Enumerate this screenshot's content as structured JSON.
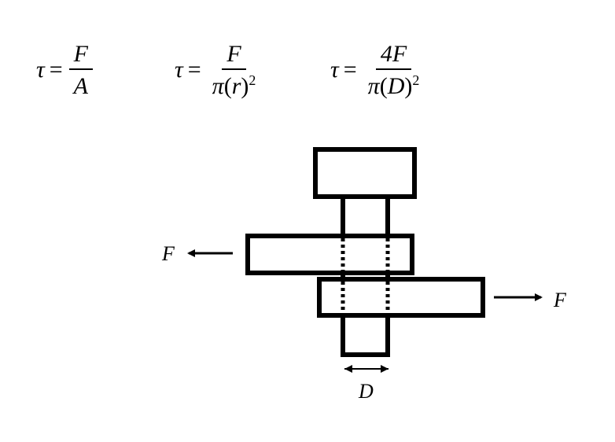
{
  "equations": {
    "eq1": {
      "lhs": "τ",
      "op": "=",
      "num": "F",
      "den": "A"
    },
    "eq2": {
      "lhs": "τ",
      "op": "=",
      "num": "F",
      "den_pi": "π",
      "den_open": "(",
      "den_var": "r",
      "den_close": ")",
      "den_exp": "2"
    },
    "eq3": {
      "lhs": "τ",
      "op": "=",
      "num": "4F",
      "den_pi": "π",
      "den_open": "(",
      "den_var": "D",
      "den_close": ")",
      "den_exp": "2"
    }
  },
  "diagram": {
    "force_left_label": "F",
    "force_right_label": "F",
    "diameter_label": "D"
  }
}
